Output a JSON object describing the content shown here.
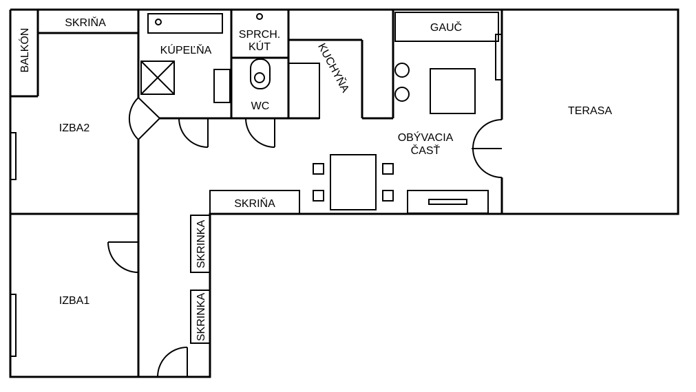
{
  "labels": {
    "skrina_top": "SKRIŇA",
    "balkon": "BALKÓN",
    "kupelna": "KÚPEĽŇA",
    "sprch_line1": "SPRCH.",
    "sprch_line2": "KÚT",
    "wc": "WC",
    "kuchyna": "KUCHYŇA",
    "gauc": "GAUČ",
    "terasa": "TERASA",
    "izba2": "IZBA2",
    "obyvacia_line1": "OBÝVACIA",
    "obyvacia_line2": "ČASŤ",
    "skrina_mid": "SKRIŇA",
    "skrinka_1": "SKRINKA",
    "skrinka_2": "SKRINKA",
    "izba1": "IZBA1"
  },
  "colors": {
    "line": "#000000",
    "background": "#ffffff"
  }
}
